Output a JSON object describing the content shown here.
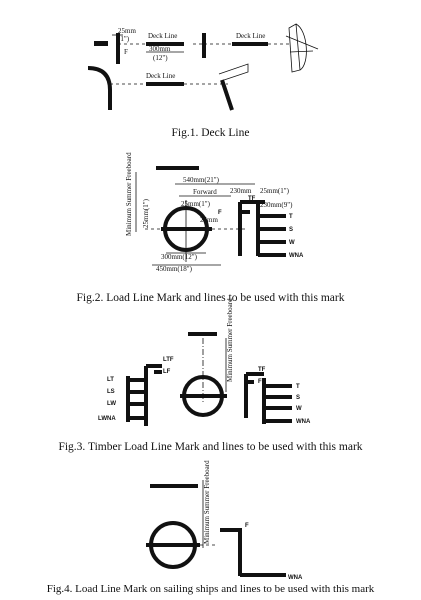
{
  "fig1": {
    "caption": "Fig.1.  Deck Line",
    "dim_25mm": "25mm",
    "dim_1in": "(1\")",
    "f_label": "F",
    "deck_line_1": "Deck Line",
    "dim_300mm": "300mm",
    "dim_12in": "(12\")",
    "deck_line_2": "Deck Line",
    "deck_line_3": "Deck Line"
  },
  "fig2": {
    "caption": "Fig.2.   Load Line Mark and lines to be used with this mark",
    "min_freeboard": "Minimum Summer Freeboard",
    "dim_540": "540mm(21\")",
    "forward": "Forward",
    "dim_230a": "230mm",
    "dim_25a": "25mm(1\")",
    "dim_25b": "25mm(1\")",
    "dim_230b": "230mm(9\")",
    "dim_25c": "25mm(1\")",
    "dim_25d": "25mm",
    "tf": "TF",
    "f": "F",
    "t": "T",
    "s": "S",
    "w": "W",
    "wna": "WNA",
    "dim_300": "300mm(12\")",
    "dim_450": "450mm(18\")"
  },
  "fig3": {
    "caption": "Fig.3.  Timber Load Line Mark and lines to be used with this mark",
    "min_freeboard": "Minimum Summer Freeboard",
    "ltf": "LTF",
    "lf": "LF",
    "lt": "LT",
    "ls": "LS",
    "lw": "LW",
    "lwna": "LWNA",
    "tf": "TF",
    "f": "F",
    "t": "T",
    "s": "S",
    "w": "W",
    "wna": "WNA"
  },
  "fig4": {
    "caption": "Fig.4.   Load Line Mark on sailing ships and lines to be used with this mark",
    "min_freeboard": "Minimum Summer Freeboard",
    "f": "F",
    "wna": "WNA"
  }
}
